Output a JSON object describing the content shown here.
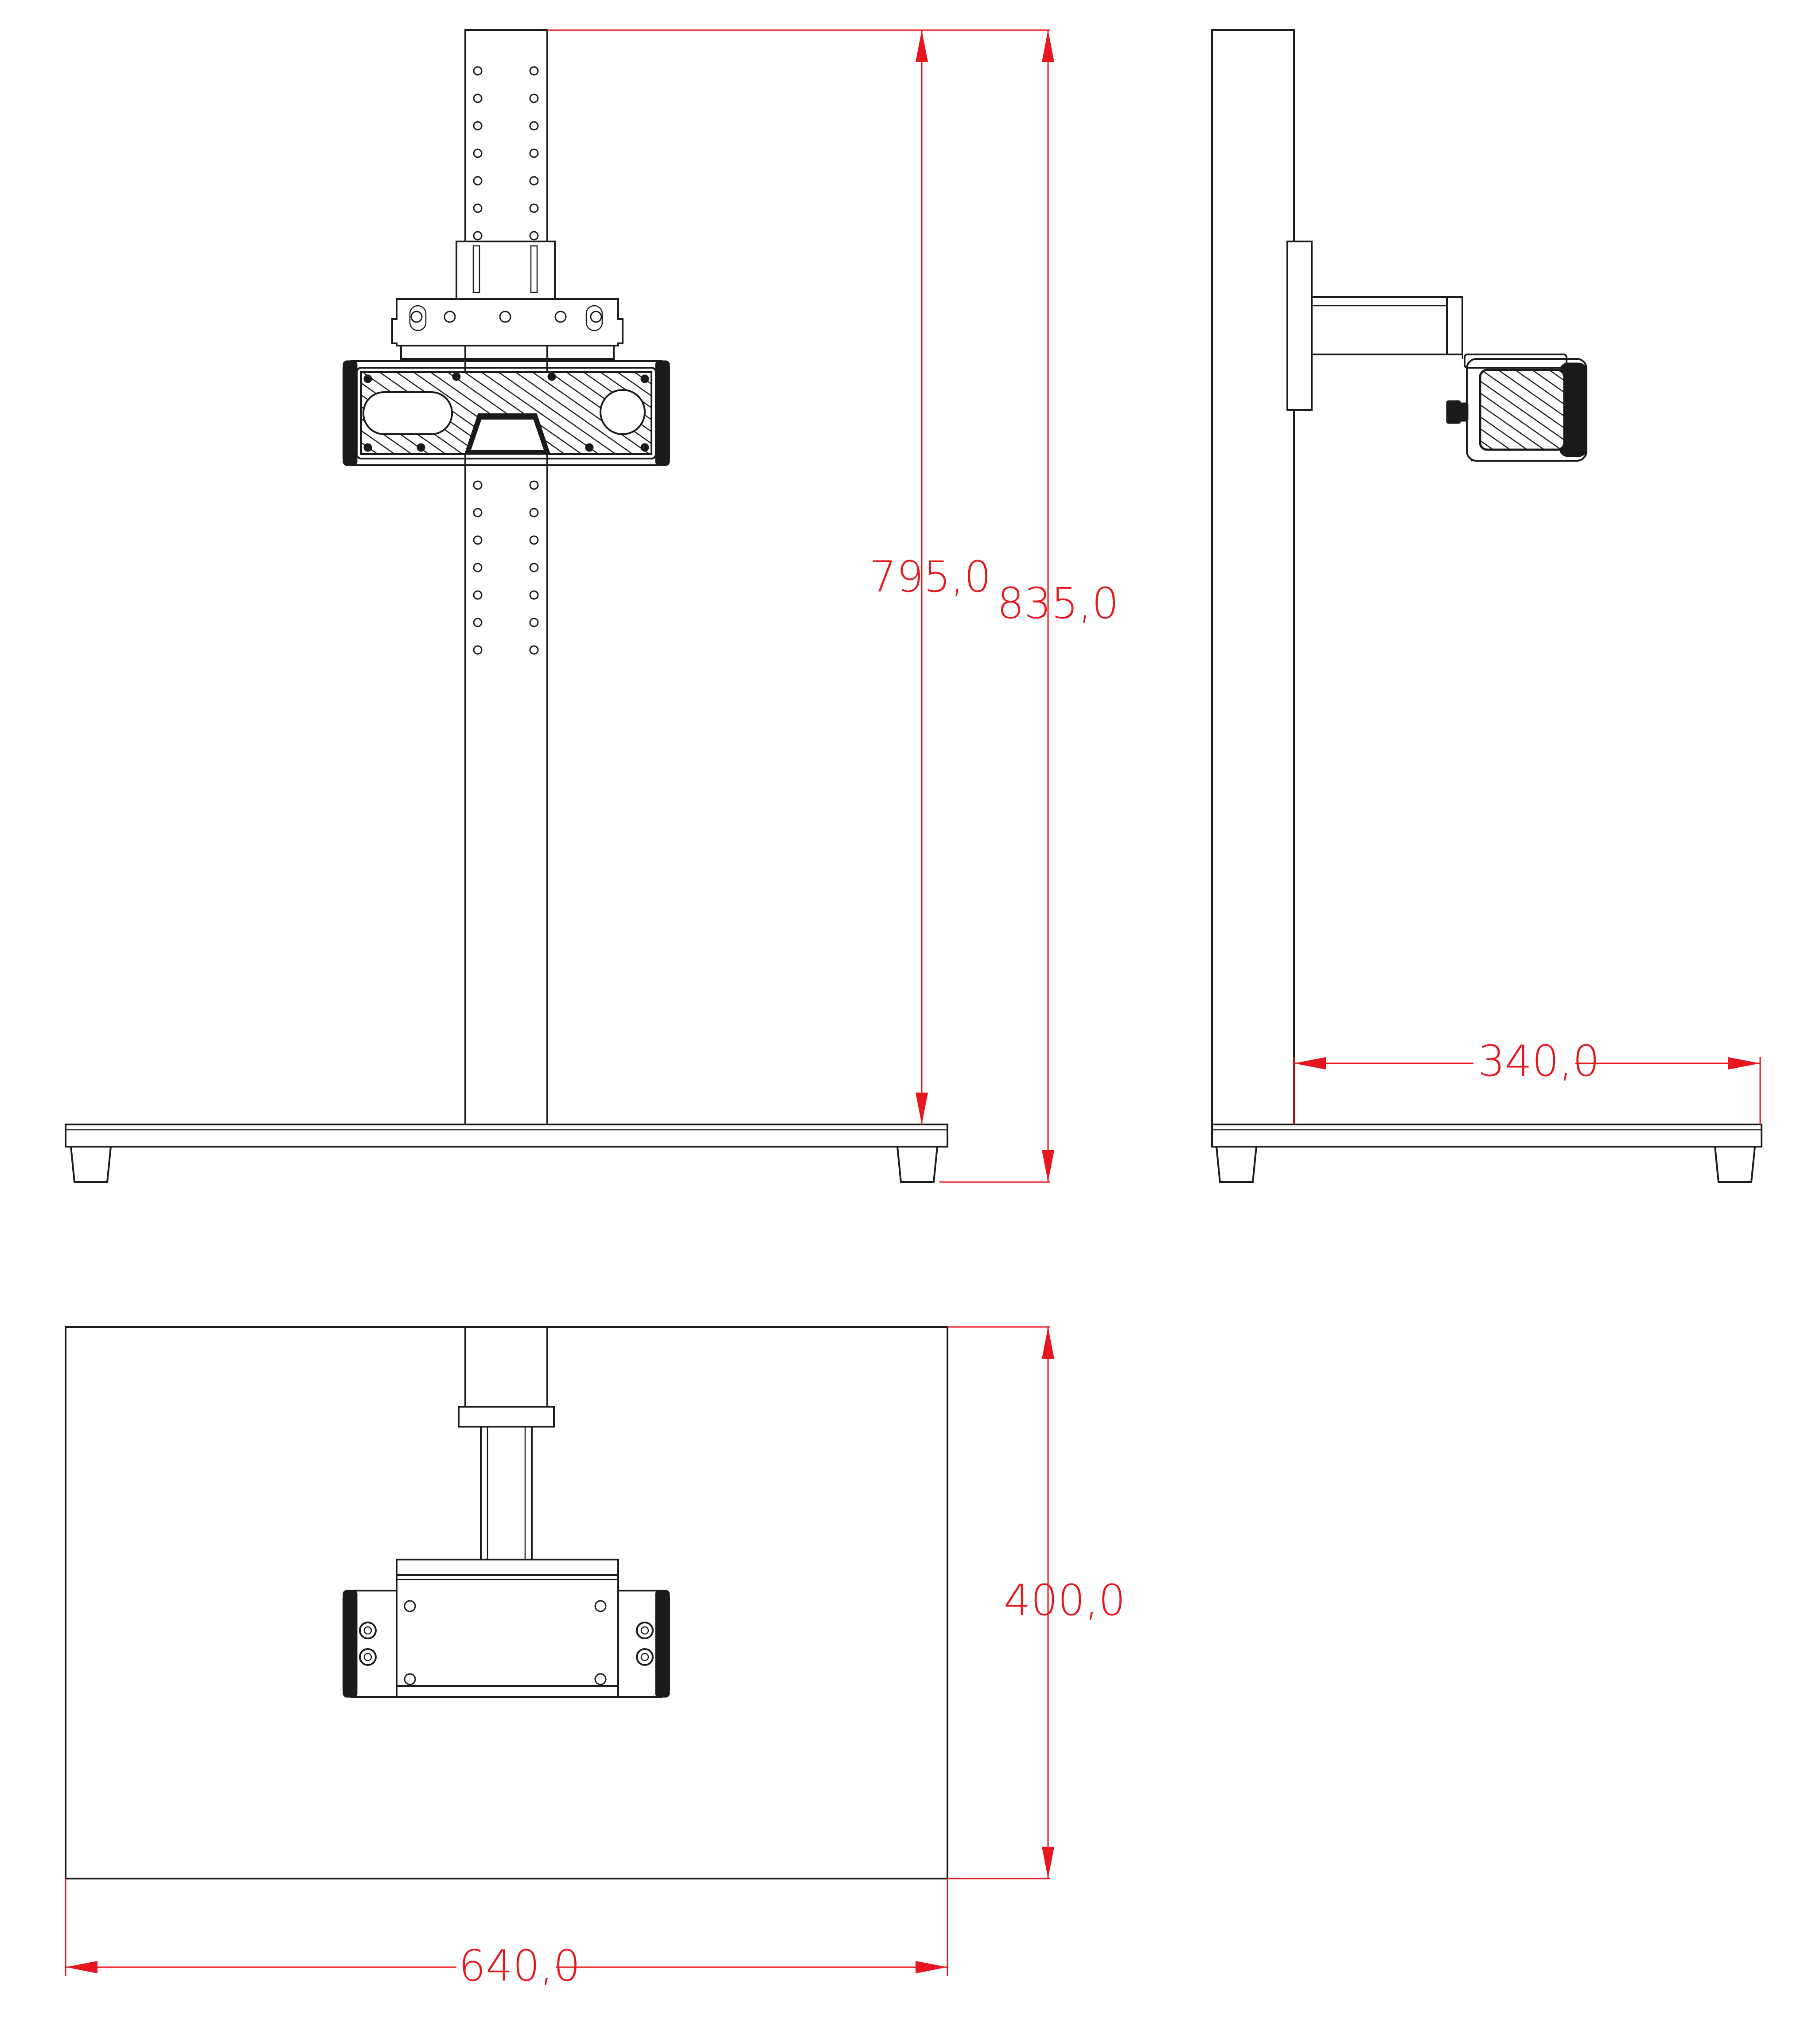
{
  "colors": {
    "line": "#1a1a1a",
    "dimension": "#e8161e",
    "background": "#ffffff"
  },
  "dimensions": {
    "inner_height": "795,0",
    "total_height": "835,0",
    "arm_reach": "340,0",
    "base_depth": "400,0",
    "base_width": "640,0"
  }
}
